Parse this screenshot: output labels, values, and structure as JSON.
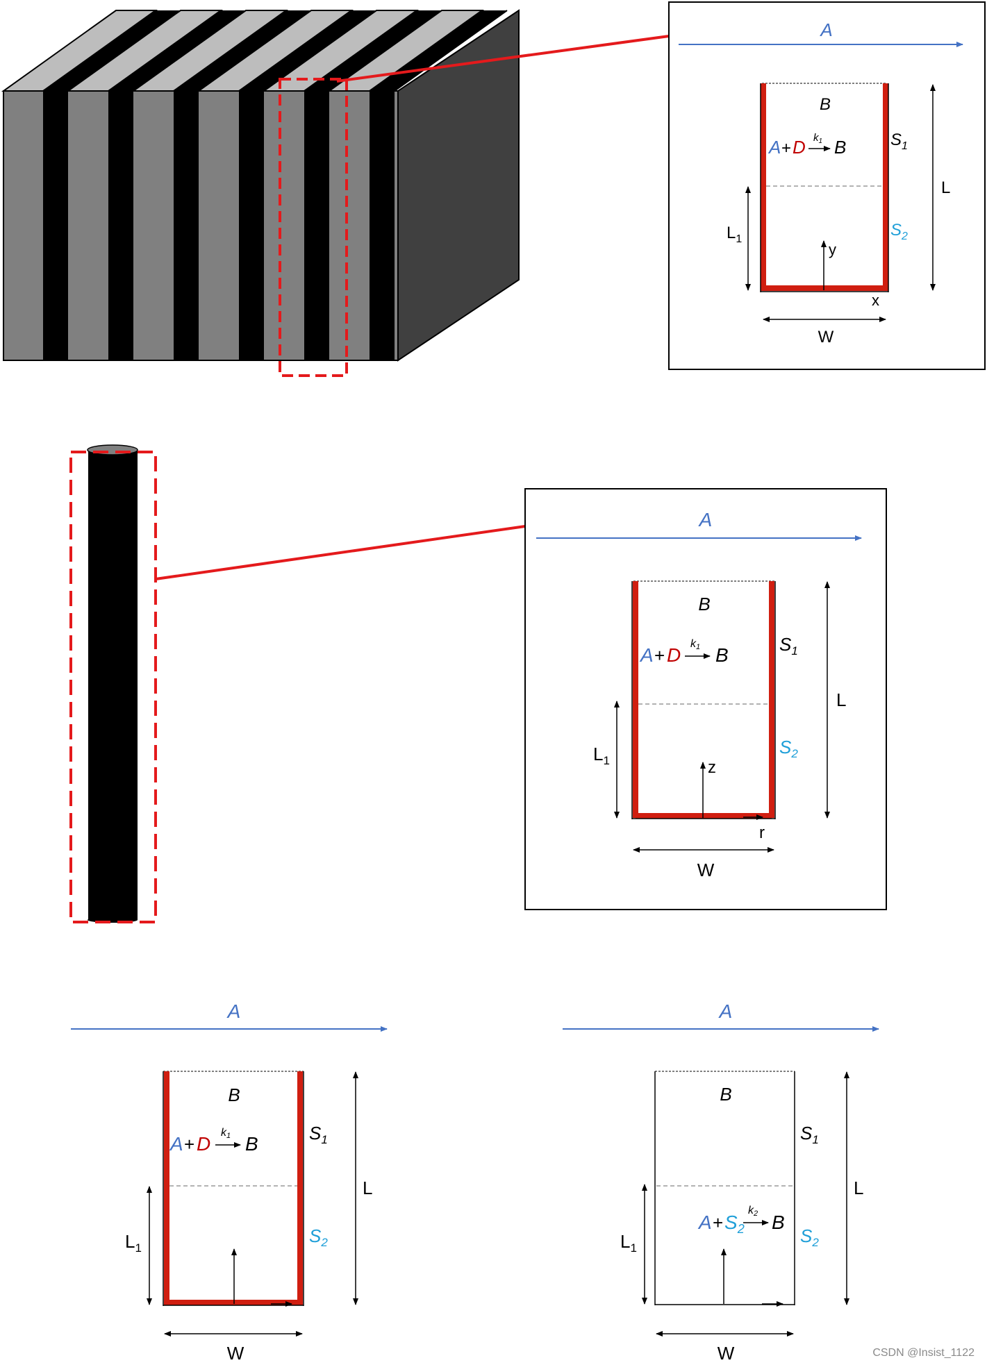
{
  "colors": {
    "flow_blue": "#4472c4",
    "red": "#e41a1c",
    "dark_red": "#c00000",
    "cyan": "#1f9fd8",
    "face_gray": "#808080",
    "top_gray": "#bdbdbd",
    "side_dark": "#404040",
    "black": "#000000"
  },
  "panels": {
    "planar": {
      "arrow_label": "A",
      "bulk_label": "B",
      "rx_A": "A",
      "rx_plus": "+",
      "rx_D": "D",
      "rx_k": "k",
      "rx_k_sub": "1",
      "rx_prod": "B",
      "s1": "S",
      "s1_sub": "1",
      "s2": "S",
      "s2_sub": "2",
      "L": "L",
      "L1": "L",
      "L1_sub": "1",
      "W": "W",
      "axis_v": "y",
      "axis_h": "x"
    },
    "cylinder": {
      "arrow_label": "A",
      "bulk_label": "B",
      "rx_A": "A",
      "rx_plus": "+",
      "rx_D": "D",
      "rx_k": "k",
      "rx_k_sub": "1",
      "rx_prod": "B",
      "s1": "S",
      "s1_sub": "1",
      "s2": "S",
      "s2_sub": "2",
      "L": "L",
      "L1": "L",
      "L1_sub": "1",
      "W": "W",
      "axis_v": "z",
      "axis_h": "r"
    },
    "bottom_left": {
      "arrow_label": "A",
      "bulk_label": "B",
      "rx_A": "A",
      "rx_plus": "+",
      "rx_D": "D",
      "rx_k": "k",
      "rx_k_sub": "1",
      "rx_prod": "B",
      "s1": "S",
      "s1_sub": "1",
      "s2": "S",
      "s2_sub": "2",
      "L": "L",
      "L1": "L",
      "L1_sub": "1",
      "W": "W"
    },
    "bottom_right": {
      "arrow_label": "A",
      "bulk_label": "B",
      "rx_A": "A",
      "rx_plus": "+",
      "rx_S": "S",
      "rx_S_sub": "2",
      "rx_k": "k",
      "rx_k_sub": "2",
      "rx_prod": "B",
      "s1": "S",
      "s1_sub": "1",
      "s2": "S",
      "s2_sub": "2",
      "L": "L",
      "L1": "L",
      "L1_sub": "1",
      "W": "W"
    }
  },
  "watermark": "CSDN @Insist_1122"
}
